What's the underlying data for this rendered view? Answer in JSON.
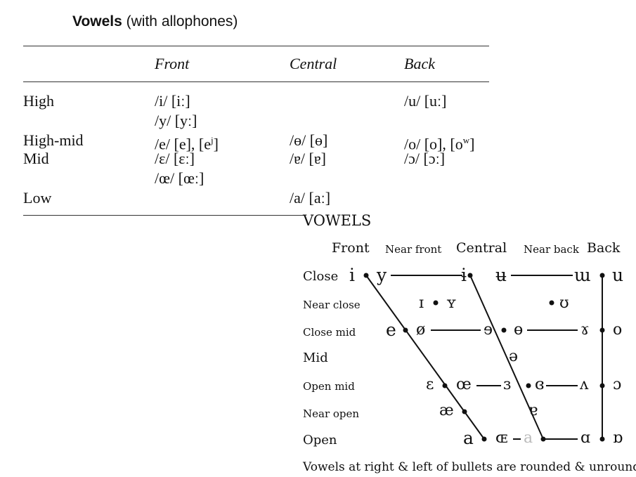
{
  "title": {
    "bold": "Vowels",
    "rest": " (with allophones)"
  },
  "table": {
    "headers": {
      "front": "Front",
      "central": "Central",
      "back": "Back"
    },
    "rows": {
      "high": "High",
      "high_mid": "High-mid",
      "mid": "Mid",
      "low": "Low"
    },
    "cells": {
      "i": "/i/ [iː]",
      "y": "/y/ [yː]",
      "u": "/u/ [uː]",
      "e_pre": "/e/ [e], [e",
      "e_sup": "j",
      "e_post": "]",
      "o_central": "/ɵ/ [ɵ]",
      "o_pre": "/o/ [o], [o",
      "o_sup": "w",
      "o_post": "]",
      "open_e": "/ɛ/ [ɛː]",
      "central_a": "/ɐ/ [ɐ]",
      "open_o": "/ɔ/ [ɔː]",
      "oe": "/œ/ [œː]",
      "a": "/a/ [aː]"
    }
  },
  "chart": {
    "title": "VOWELS",
    "columns": {
      "front": "Front",
      "near_front": "Near front",
      "central": "Central",
      "near_back": "Near back",
      "back": "Back"
    },
    "rows": {
      "close": "Close",
      "near_close": "Near close",
      "close_mid": "Close mid",
      "mid": "Mid",
      "open_mid": "Open mid",
      "near_open": "Near open",
      "open": "Open"
    },
    "vowels": {
      "i": "i",
      "y": "y",
      "i_bar": "ɨ",
      "u_bar": "ʉ",
      "u_unr": "ɯ",
      "u": "u",
      "I": "ɪ",
      "Y": "ʏ",
      "ups": "ʊ",
      "e": "e",
      "oslash": "ø",
      "rev_e": "ɘ",
      "o_bar": "ɵ",
      "gamma": "ɤ",
      "o": "o",
      "schwa": "ə",
      "eps": "ɛ",
      "oe": "œ",
      "rev_eps": "ɜ",
      "closed_rev_eps": "ɞ",
      "wedge": "ʌ",
      "open_o": "ɔ",
      "ae": "æ",
      "a_turn": "ɐ",
      "a": "a",
      "OE": "ɶ",
      "a_light": "a",
      "alpha": "ɑ",
      "turn_alpha": "ɒ"
    },
    "footer": "Vowels at right & left of bullets are rounded & unrounded."
  }
}
